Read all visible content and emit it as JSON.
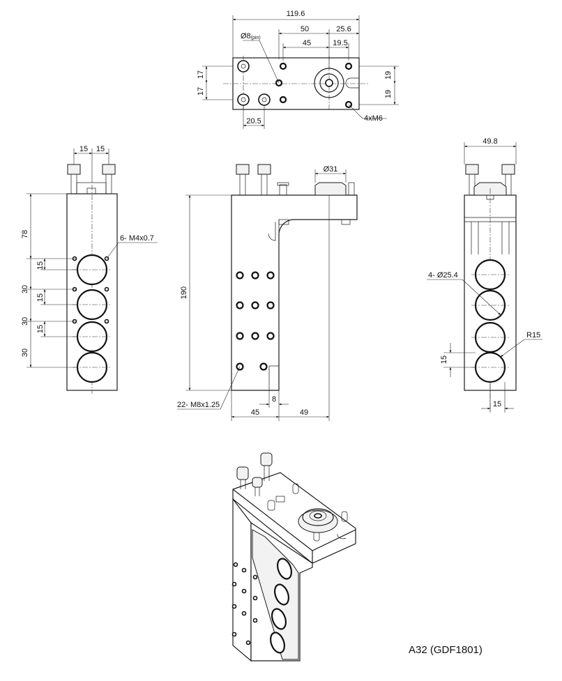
{
  "part_label": "A32 (GDF1801)",
  "top_view": {
    "overall_width": "119.6",
    "pin_callout": "Ø8",
    "pin_suffix": "(pin)",
    "dim_50": "50",
    "dim_25_6": "25.6",
    "dim_45": "45",
    "dim_19_5": "19.5",
    "dim_17_upper": "17",
    "dim_17_lower": "17",
    "dim_19_upper": "19",
    "dim_19_lower": "19",
    "dim_20_5": "20.5",
    "thread_callout": "4xM6"
  },
  "left_view": {
    "dim_15_a": "15",
    "dim_15_b": "15",
    "dim_78": "78",
    "thread_callout": "6- M4x0.7",
    "dim_15_1": "15",
    "dim_30_1": "30",
    "dim_15_2": "15",
    "dim_30_2": "30",
    "dim_15_3": "15",
    "dim_30_3": "30"
  },
  "front_view": {
    "dia_31": "Ø31",
    "height_190": "190",
    "thread_callout": "22- M8x1.25",
    "dim_8": "8",
    "dim_45": "45",
    "dim_49": "49"
  },
  "right_view": {
    "width_49_8": "49.8",
    "bore_callout": "4- Ø25.4",
    "radius_callout": "R15",
    "dim_15_vertical": "15",
    "dim_15_horizontal": "15"
  }
}
